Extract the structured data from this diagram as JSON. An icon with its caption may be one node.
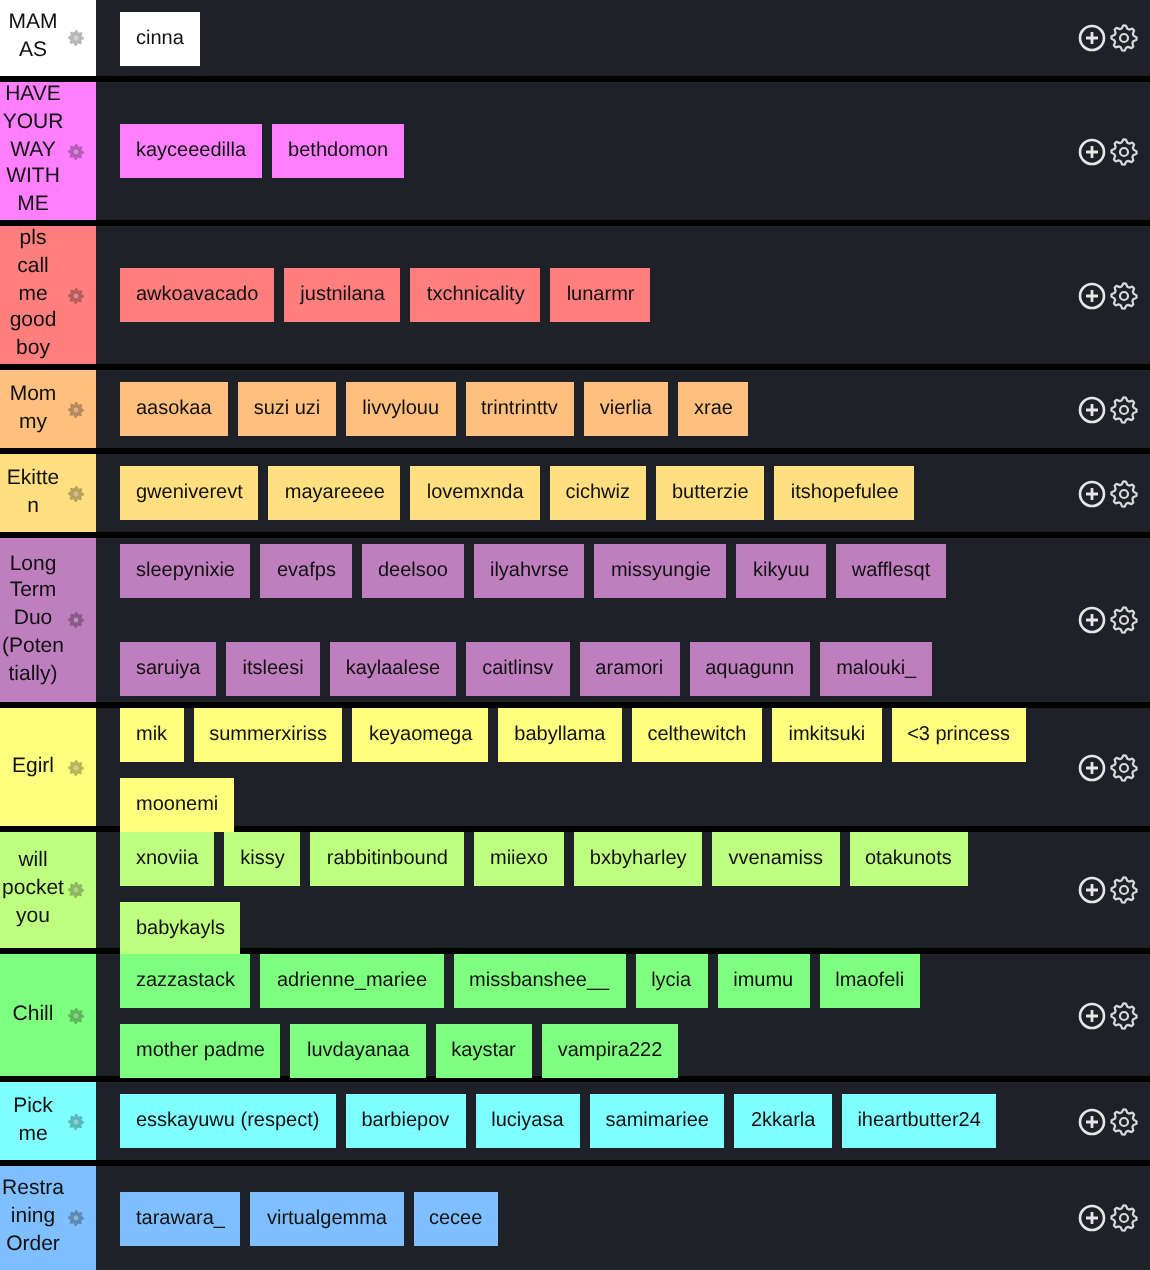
{
  "diagram": {
    "nodes": [
      {
        "text": [
          "MAMAS"
        ]
      },
      {
        "text": [
          "cinna"
        ],
        "in": 0
      },
      {
        "text": [
          "HAVE YOUR WAY WITH ME"
        ]
      },
      {
        "text": [
          "kayceeedilla"
        ],
        "in": 2
      },
      {
        "text": [
          "bethdomon"
        ],
        "in": 2
      },
      {
        "text": [
          "pls call me good boy"
        ]
      },
      {
        "text": [
          "awkoavacado"
        ],
        "in": 5
      },
      {
        "text": [
          "justnilana"
        ],
        "in": 5
      },
      {
        "text": [
          "txchnicality"
        ],
        "in": 5
      },
      {
        "text": [
          "lunarmr"
        ],
        "in": 5
      },
      {
        "text": [
          "Mommy"
        ]
      },
      {
        "text": [
          "aasokaa"
        ],
        "in": 10
      },
      {
        "text": [
          "suzi uzi"
        ],
        "in": 10
      },
      {
        "text": [
          "livvylouu"
        ],
        "in": 10
      },
      {
        "text": [
          "trintrinttv"
        ],
        "in": 10
      },
      {
        "text": [
          "vierlia"
        ],
        "in": 10
      },
      {
        "text": [
          "xrae"
        ],
        "in": 10
      },
      {
        "text": [
          "Ekitten"
        ]
      },
      {
        "text": [
          "gweniverevt"
        ],
        "in": 17
      },
      {
        "text": [
          "mayareeee"
        ],
        "in": 17
      },
      {
        "text": [
          "lovemxnda"
        ],
        "in": 17
      },
      {
        "text": [
          "cichwiz"
        ],
        "in": 17
      },
      {
        "text": [
          "butterzie"
        ],
        "in": 17
      },
      {
        "text": [
          "itshopefulee"
        ],
        "in": 17
      },
      {
        "text": [
          "Long Term Duo (Potentially)"
        ]
      },
      {
        "text": [
          "sleepynixie"
        ],
        "in": 24
      },
      {
        "text": [
          "evafps"
        ],
        "in": 24
      },
      {
        "text": [
          "deelsoo"
        ],
        "in": 24
      },
      {
        "text": [
          "ilyahvrse"
        ],
        "in": 24
      },
      {
        "text": [
          "missyungie"
        ],
        "in": 24
      },
      {
        "text": [
          "kikyuu"
        ],
        "in": 24
      },
      {
        "text": [
          "wafflesqt"
        ],
        "in": 24
      },
      {
        "text": [
          "saruiya"
        ],
        "in": 24
      },
      {
        "text": [
          "itsleesi"
        ],
        "in": 24
      },
      {
        "text": [
          "kaylaalese"
        ],
        "in": 24
      },
      {
        "text": [
          "caitlinsv"
        ],
        "in": 24
      },
      {
        "text": [
          "aramori"
        ],
        "in": 24
      },
      {
        "text": [
          "aquagunn"
        ],
        "in": 24
      },
      {
        "text": [
          "malouki_"
        ],
        "in": 24
      },
      {
        "text": [
          "Egirl"
        ]
      },
      {
        "text": [
          "mik"
        ],
        "in": 39
      },
      {
        "text": [
          "summerxiriss"
        ],
        "in": 39
      },
      {
        "text": [
          "keyaomega"
        ],
        "in": 39
      },
      {
        "text": [
          "babyllama"
        ],
        "in": 39
      },
      {
        "text": [
          "celthewitch"
        ],
        "in": 39
      },
      {
        "text": [
          "imkitsuki"
        ],
        "in": 39
      },
      {
        "text": [
          "<3 princess"
        ],
        "in": 39
      },
      {
        "text": [
          "moonemi"
        ],
        "in": 39
      },
      {
        "text": [
          "will pocket you"
        ]
      },
      {
        "text": [
          "xnoviia"
        ],
        "in": 48
      },
      {
        "text": [
          "kissy"
        ],
        "in": 48
      },
      {
        "text": [
          "rabbitinbound"
        ],
        "in": 48
      },
      {
        "text": [
          "miiexo"
        ],
        "in": 48
      },
      {
        "text": [
          "bxbyharley"
        ],
        "in": 48
      },
      {
        "text": [
          "vvenamiss"
        ],
        "in": 48
      },
      {
        "text": [
          "otakunots"
        ],
        "in": 48
      },
      {
        "text": [
          "babykayls"
        ],
        "in": 48
      },
      {
        "text": [
          "Chill"
        ]
      },
      {
        "text": [
          "zazzastack"
        ],
        "in": 57
      },
      {
        "text": [
          "adrienne_mariee"
        ],
        "in": 57
      },
      {
        "text": [
          "missbanshee__"
        ],
        "in": 57
      },
      {
        "text": [
          "lycia"
        ],
        "in": 57
      },
      {
        "text": [
          "imumu"
        ],
        "in": 57
      },
      {
        "text": [
          "lmaofeli"
        ],
        "in": 57
      },
      {
        "text": [
          "mother padme"
        ],
        "in": 57
      },
      {
        "text": [
          "luvdayanaa"
        ],
        "in": 57
      },
      {
        "text": [
          "kaystar"
        ],
        "in": 57
      },
      {
        "text": [
          "vampira222"
        ],
        "in": 57
      },
      {
        "text": [
          "Pick me"
        ]
      },
      {
        "text": [
          "esskayuwu (respect)"
        ],
        "in": 68
      },
      {
        "text": [
          "barbiepov"
        ],
        "in": 68
      },
      {
        "text": [
          "luciyasa"
        ],
        "in": 68
      },
      {
        "text": [
          "samimariee"
        ],
        "in": 68
      },
      {
        "text": [
          "2kkarla"
        ],
        "in": 68
      },
      {
        "text": [
          "iheartbutter24"
        ],
        "in": 68
      },
      {
        "text": [
          "Restraining Order"
        ]
      },
      {
        "text": [
          "tarawara_"
        ],
        "in": 75
      },
      {
        "text": [
          "virtualgemma"
        ],
        "in": 75
      },
      {
        "text": [
          "cecee"
        ],
        "in": 75
      }
    ]
  }
}
